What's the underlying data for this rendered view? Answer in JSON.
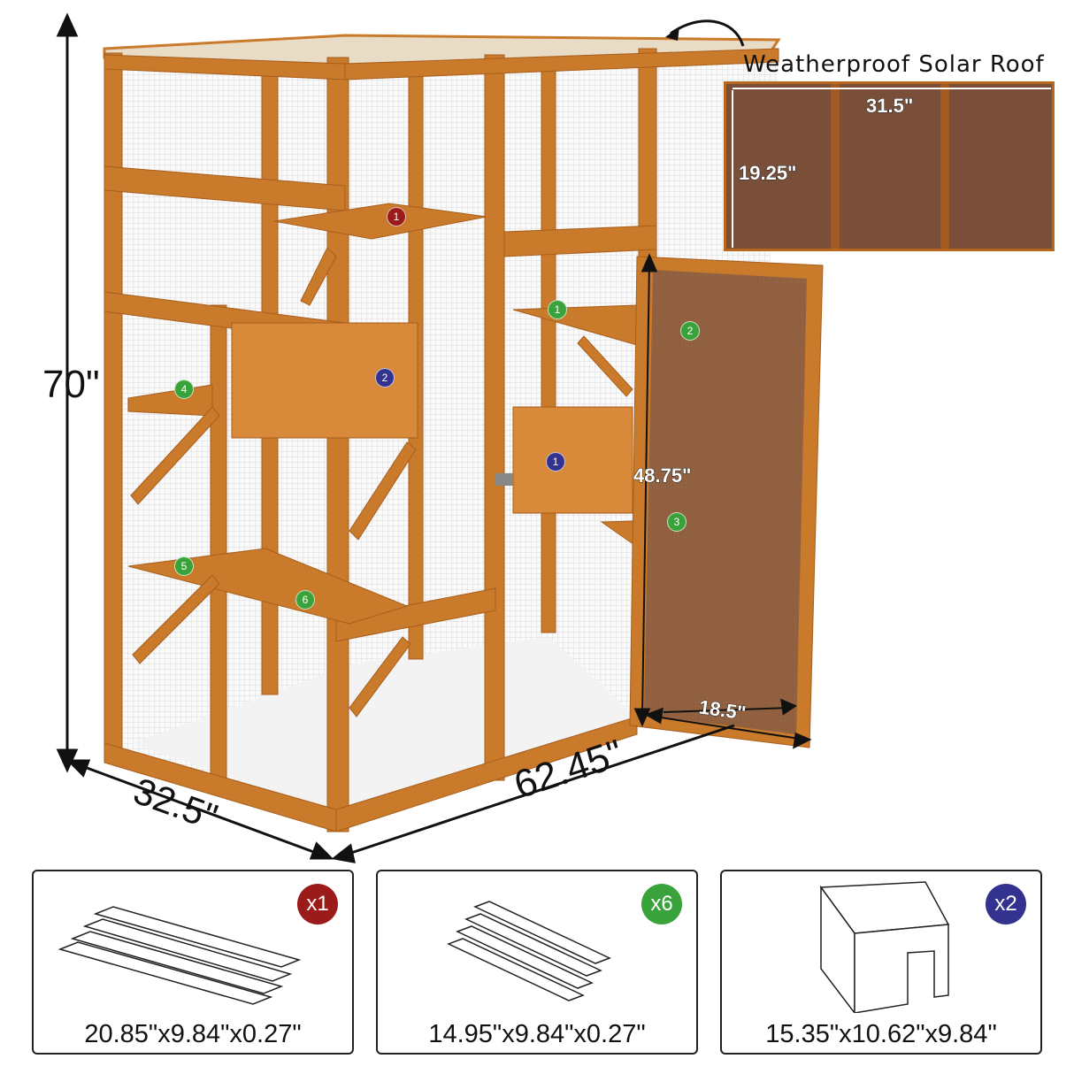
{
  "dimensions": {
    "height": "70\"",
    "depth": "32.5\"",
    "length": "62.45\"",
    "door_height": "48.75\"",
    "door_width": "18.5\""
  },
  "roof": {
    "title": "Weatherproof Solar Roof",
    "width": "31.5\"",
    "depth": "19.25\""
  },
  "badges": {
    "red": [
      "1"
    ],
    "blue": [
      "2",
      "1"
    ],
    "green": [
      "4",
      "5",
      "6",
      "1",
      "2",
      "3"
    ]
  },
  "parts": [
    {
      "quantity": "x1",
      "size": "20.85\"x9.84\"x0.27\"",
      "color": "#9b1b1b",
      "part": "long-platform"
    },
    {
      "quantity": "x6",
      "size": "14.95\"x9.84\"x0.27\"",
      "color": "#3aa23a",
      "part": "short-platform"
    },
    {
      "quantity": "x2",
      "size": "15.35\"x10.62\"x9.84\"",
      "color": "#33338f",
      "part": "cat-house"
    }
  ],
  "colors": {
    "wood": "#c97a2a",
    "wood_dark": "#a85e1c",
    "mesh": "#e9e9e9",
    "roof": "#7a4f3a"
  }
}
